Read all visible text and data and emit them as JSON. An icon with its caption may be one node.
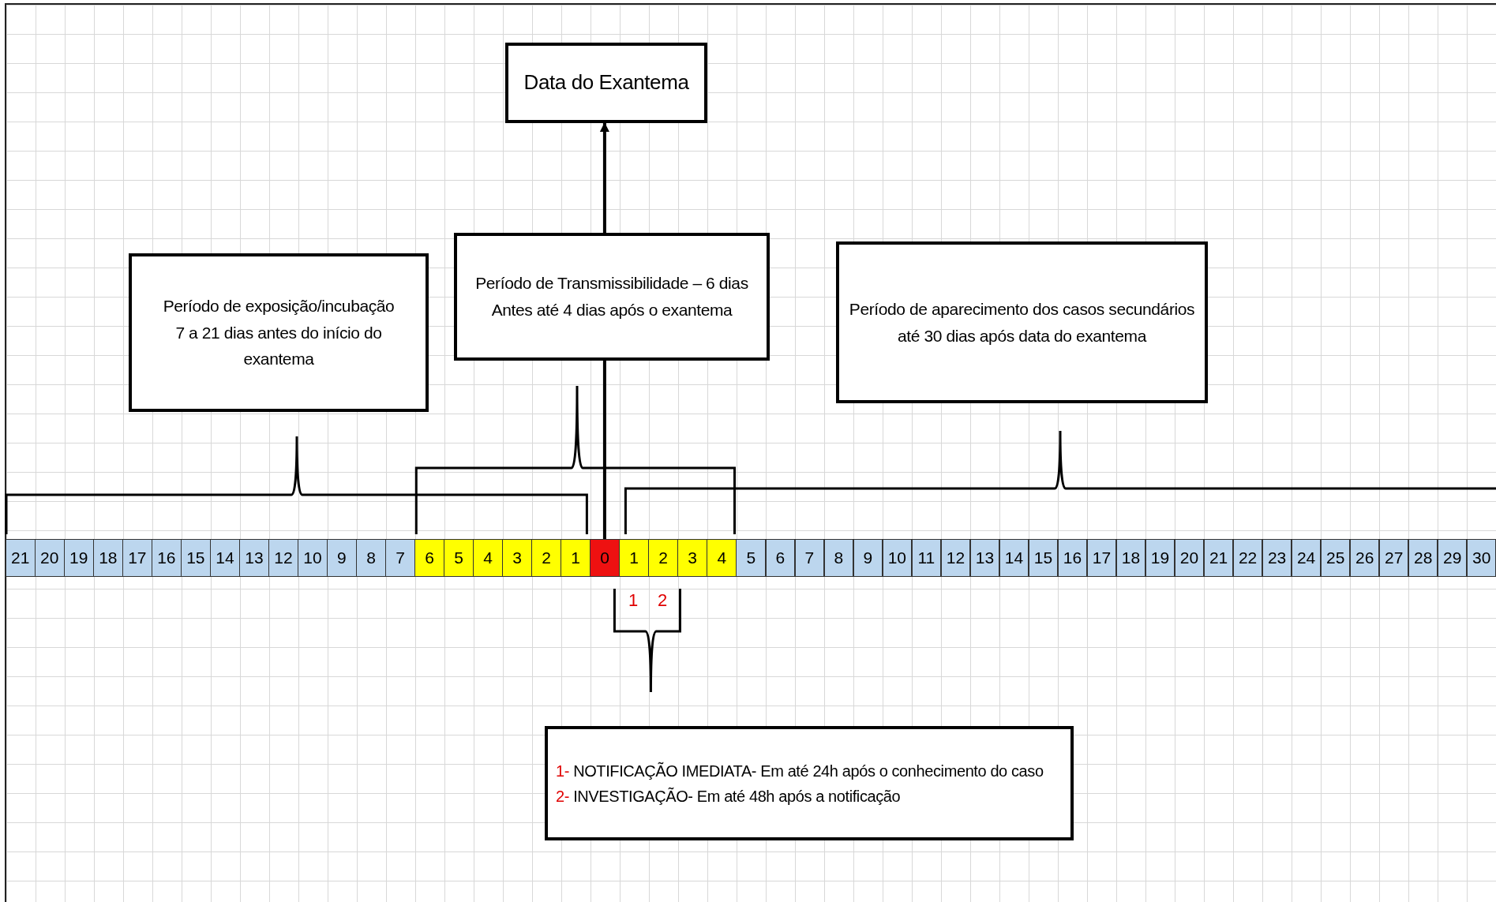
{
  "diagram": {
    "nodes": [
      {
        "text": [
          "Data do Exantema"
        ]
      },
      {
        "text": [
          "Período de exposição/incubação",
          "7 a 21 dias antes do início do exantema"
        ]
      },
      {
        "text": [
          "Período de Transmissibilidade – 6 dias",
          "Antes até 4 dias após o exantema"
        ]
      },
      {
        "text": [
          "Período de aparecimento dos casos secundários",
          "até 30 dias após data do exantema"
        ]
      },
      {
        "text": [
          "1- NOTIFICAÇÃO IMEDIATA- Em até 24h após o conhecimento do caso",
          "2- INVESTIGAÇÃO- Em até 48h após a notificação"
        ]
      },
      {
        "text": [
          "0"
        ]
      }
    ],
    "edges": [
      {
        "from": 5,
        "to": 2,
        "arrow": "none"
      },
      {
        "from": 2,
        "to": 0,
        "arrow": "to"
      }
    ],
    "labels": [
      "21",
      "20",
      "19",
      "18",
      "17",
      "16",
      "15",
      "14",
      "13",
      "12",
      "10",
      "9",
      "8",
      "7",
      "6",
      "5",
      "4",
      "3",
      "2",
      "1",
      "1",
      "2",
      "3",
      "4",
      "5",
      "6",
      "7",
      "8",
      "9",
      "10",
      "11",
      "12",
      "13",
      "14",
      "15",
      "16",
      "17",
      "18",
      "19",
      "20",
      "21",
      "22",
      "23",
      "24",
      "25",
      "26",
      "27",
      "28",
      "29",
      "30",
      "1",
      "2"
    ]
  }
}
